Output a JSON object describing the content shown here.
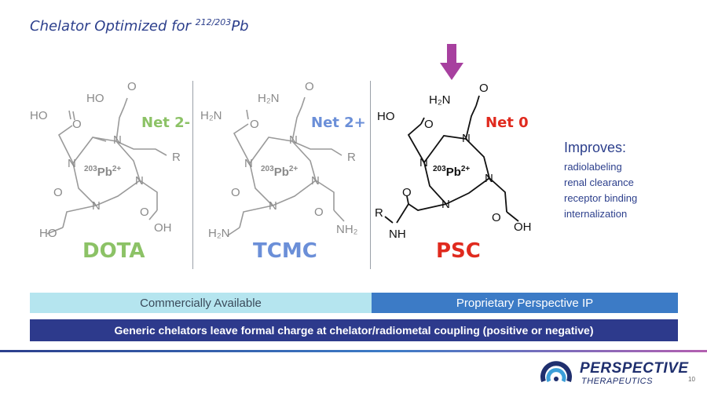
{
  "title": {
    "text": "Chelator Optimized for ",
    "isotope_sup": "212/203",
    "element": "Pb"
  },
  "chelators": [
    {
      "name": "DOTA",
      "net_charge": "Net 2-",
      "color": "#8cc266"
    },
    {
      "name": "TCMC",
      "net_charge": "Net 2+",
      "color": "#6b8fd8"
    },
    {
      "name": "PSC",
      "net_charge": "Net 0",
      "color": "#e02a1e"
    }
  ],
  "metal_label": {
    "mass": "203",
    "element": "Pb",
    "charge": "2+"
  },
  "atoms": {
    "n": "N",
    "r": "R",
    "nh": "NH",
    "o": "O",
    "ho": "HO",
    "oh": "OH",
    "h2n": "H₂N",
    "nh2": "NH₂"
  },
  "improves": {
    "heading": "Improves:",
    "items": [
      "radiolabeling",
      "renal clearance",
      "receptor binding",
      "internalization"
    ]
  },
  "bars": {
    "commercial": "Commercially Available",
    "proprietary": "Proprietary Perspective IP",
    "generic": "Generic chelators leave formal charge at chelator/radiometal coupling (positive or negative)"
  },
  "logo": {
    "name": "PERSPECTIVE",
    "subtitle": "THERAPEUTICS"
  },
  "page_number": "10",
  "colors": {
    "title": "#2c3f8c",
    "arrow": "#a7409f",
    "commercial_bar": "#b5e5ef",
    "proprietary_bar": "#3c7bc6",
    "generic_bar": "#2d3a8c"
  }
}
